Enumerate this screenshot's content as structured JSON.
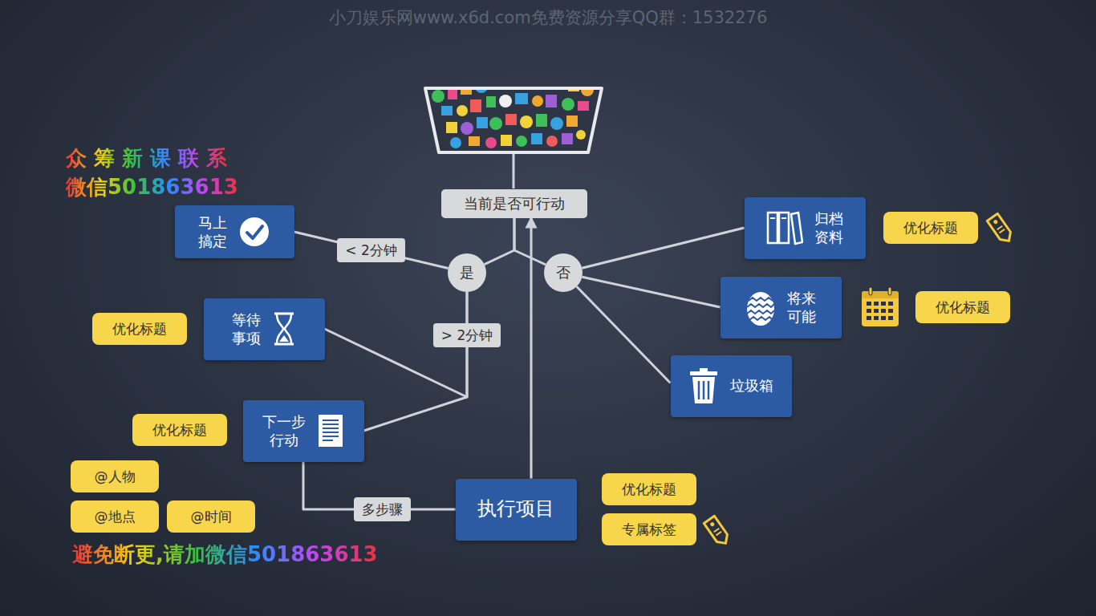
{
  "diagram": {
    "nodes": [
      {
        "text": [
          "当前是否可行动"
        ]
      },
      {
        "text": [
          "归档资料"
        ]
      },
      {
        "text": [
          "优化标题"
        ]
      },
      {
        "text": [
          "马上搞定"
        ]
      },
      {
        "text": [
          "是"
        ]
      },
      {
        "text": [
          "否"
        ]
      },
      {
        "text": [
          "将来可能"
        ]
      },
      {
        "text": [
          "优化标题"
        ]
      },
      {
        "text": [
          "等待事项"
        ]
      },
      {
        "text": [
          "优化标题"
        ]
      },
      {
        "text": [
          "垃圾箱"
        ]
      },
      {
        "text": [
          "下一步行动"
        ]
      },
      {
        "text": [
          "优化标题"
        ]
      },
      {
        "text": [
          "@人物"
        ]
      },
      {
        "text": [
          "执行项目"
        ]
      },
      {
        "text": [
          "优化标题"
        ]
      },
      {
        "text": [
          "专属标签"
        ]
      },
      {
        "text": [
          "@地点"
        ]
      },
      {
        "text": [
          "@时间"
        ]
      }
    ],
    "edges": [
      {
        "from": 0,
        "to": 4,
        "arrow": "none"
      },
      {
        "from": 0,
        "to": 5,
        "arrow": "none"
      },
      {
        "from": 4,
        "to": 3,
        "label": "< 2分钟",
        "arrow": "none"
      },
      {
        "from": 4,
        "to": 8,
        "label": "> 2分钟",
        "arrow": "none"
      },
      {
        "from": 4,
        "to": 11,
        "arrow": "none"
      },
      {
        "from": 14,
        "to": 11,
        "label": "多步骤",
        "arrow": "none"
      },
      {
        "from": 14,
        "to": 0,
        "arrow": "to"
      },
      {
        "from": 5,
        "to": 1,
        "arrow": "none"
      },
      {
        "from": 5,
        "to": 6,
        "arrow": "none"
      },
      {
        "from": 5,
        "to": 10,
        "arrow": "none"
      }
    ],
    "labels": [
      "小刀娱乐网www.x6d.com免费资源分享QQ群：1532276",
      "众 筹 新 课 联 系",
      "微信501863613",
      "避免断更,请加微信501863613"
    ]
  }
}
